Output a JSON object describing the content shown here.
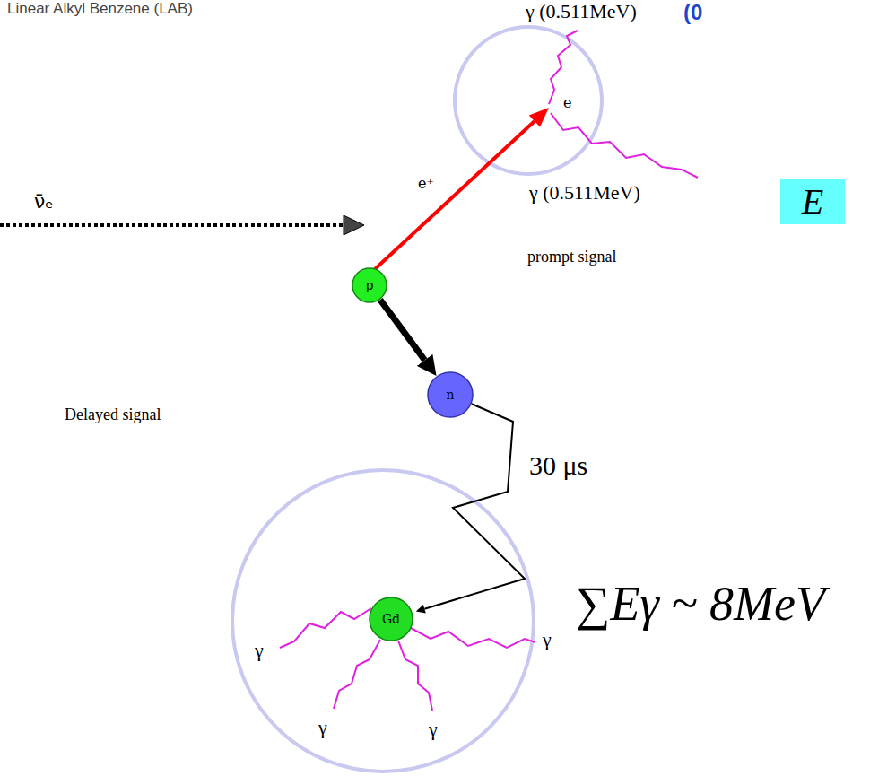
{
  "diagram": {
    "nodes": [
      {
        "text": [
          "E"
        ]
      },
      {
        "text": [
          "p"
        ]
      },
      {
        "text": [
          "n"
        ]
      },
      {
        "text": [
          "Gd"
        ]
      }
    ],
    "edges": [
      {
        "from": 1,
        "to": 2,
        "arrow": "to"
      },
      {
        "from": 2,
        "to": 3,
        "label": "30 μs",
        "arrow": "to"
      }
    ],
    "labels": [
      "Linear Alkyl Benzene (LAB)",
      "γ (0.511MeV)",
      "(0",
      "e⁻",
      "γ (0.511MeV)",
      "e⁺",
      "ν̄ₑ",
      "prompt signal",
      "Delayed signal",
      "γ",
      "γ",
      "γ",
      "γ",
      "∑Eγ ~ 8MeV"
    ]
  }
}
